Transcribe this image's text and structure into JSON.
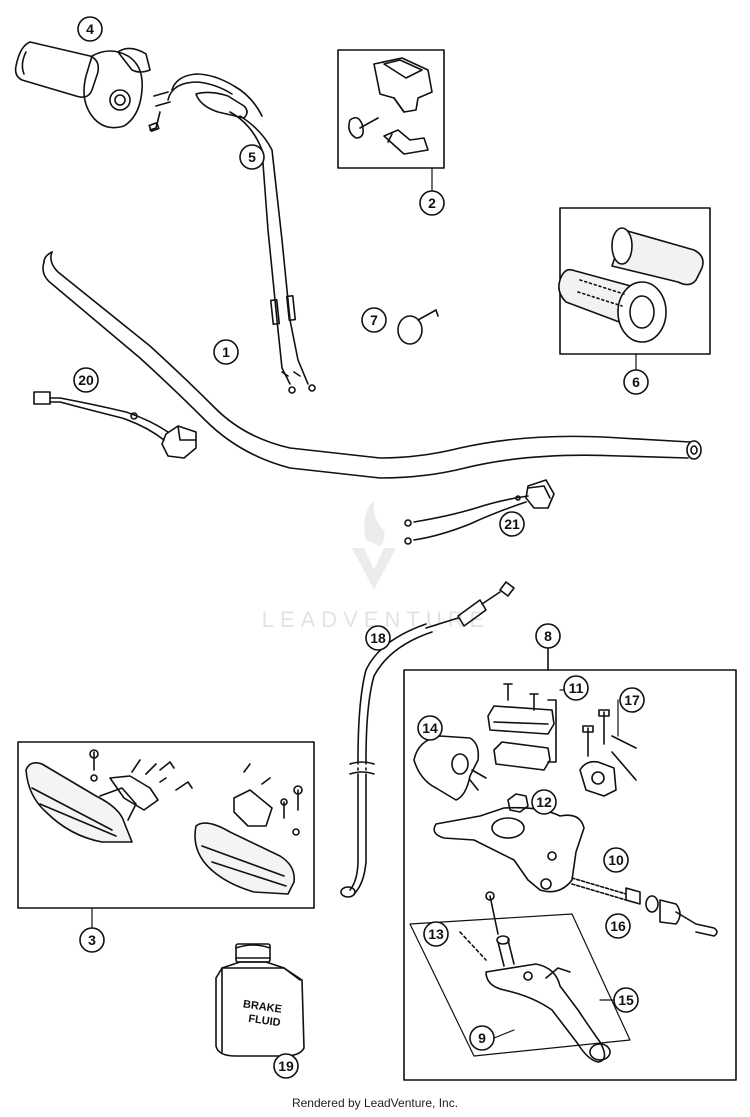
{
  "diagram": {
    "callouts": [
      "1",
      "2",
      "3",
      "4",
      "5",
      "6",
      "7",
      "8",
      "9",
      "10",
      "11",
      "12",
      "13",
      "14",
      "15",
      "16",
      "17",
      "18",
      "19",
      "20",
      "21"
    ],
    "bottle_label_line1": "BRAKE",
    "bottle_label_line2": "FLUID",
    "watermark": "LEADVENTURE"
  },
  "footer": {
    "credit": "Rendered by LeadVenture, Inc."
  }
}
